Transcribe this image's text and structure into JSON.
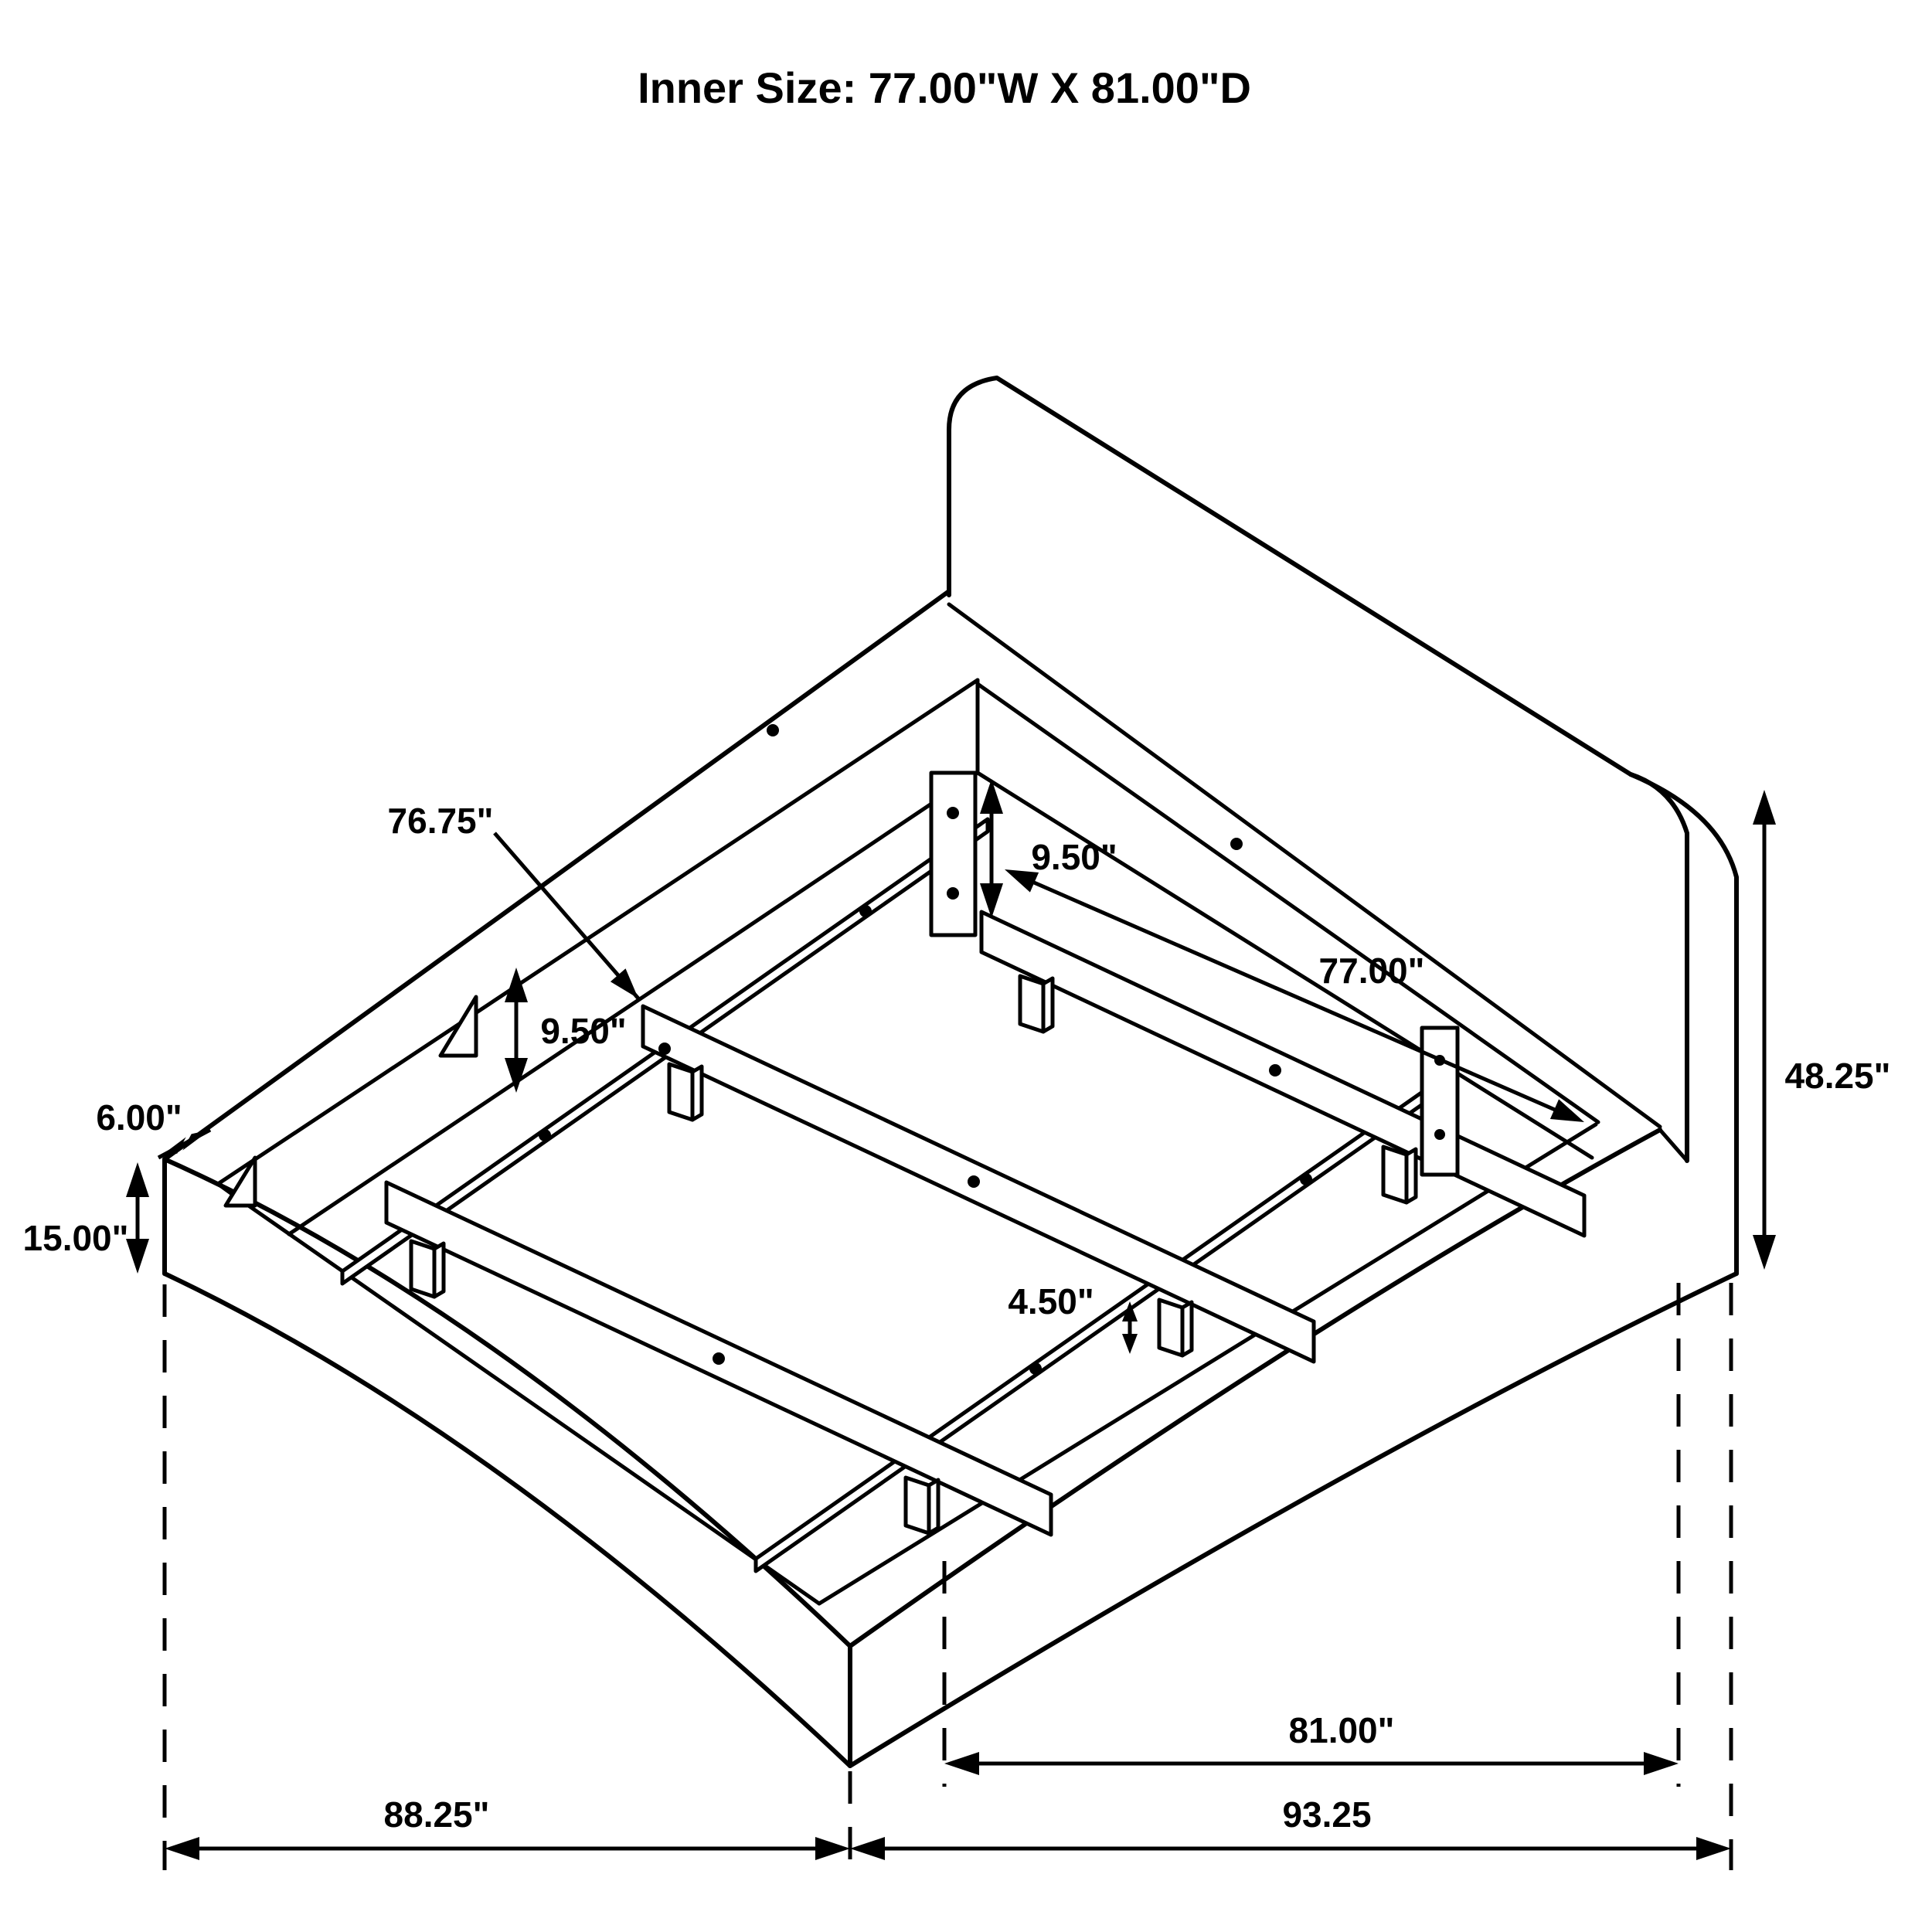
{
  "title": "Inner Size: 77.00\"W X 81.00\"D",
  "dimensions": {
    "slat_length": "76.75\"",
    "rail_inner_height": "9.50\"",
    "bracket_height": "9.50\"",
    "inner_width": "77.00\"",
    "headboard_height": "48.25\"",
    "rail_top_width": "6.00\"",
    "frame_height": "15.00\"",
    "leg_height": "4.50\"",
    "inner_depth": "81.00\"",
    "outer_width": "88.25\"",
    "outer_depth": "93.25"
  },
  "colors": {
    "line": "#000000",
    "background": "#ffffff"
  }
}
